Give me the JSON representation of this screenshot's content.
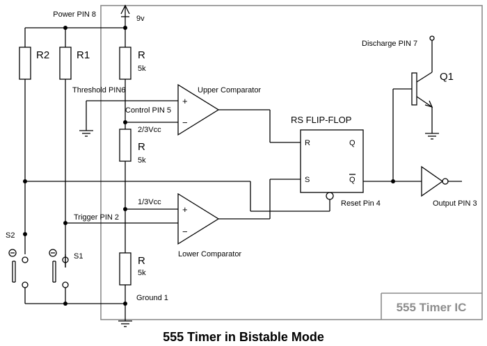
{
  "diagram": {
    "title": "555 Timer in Bistable Mode",
    "ic_label": "555 Timer IC",
    "pins": {
      "power": "Power PIN 8",
      "supply": "9v",
      "threshold": "Threshold PIN6",
      "control": "Control PIN 5",
      "trigger": "Trigger PIN 2",
      "ground": "Ground 1",
      "discharge": "Discharge PIN 7",
      "reset": "Reset Pin 4",
      "output": "Output PIN 3"
    },
    "resistors": {
      "r2": "R2",
      "r1": "R1",
      "r": "R",
      "r_value": "5k"
    },
    "voltages": {
      "two_thirds": "2/3Vcc",
      "one_third": "1/3Vcc"
    },
    "comparators": {
      "upper": "Upper Comparator",
      "lower": "Lower Comparator",
      "plus": "+",
      "minus": "−"
    },
    "flipflop": {
      "title": "RS FLIP-FLOP",
      "r": "R",
      "s": "S",
      "q": "Q",
      "qbar": "Q"
    },
    "switches": {
      "s1": "S1",
      "s2": "S2"
    },
    "transistor": "Q1"
  }
}
